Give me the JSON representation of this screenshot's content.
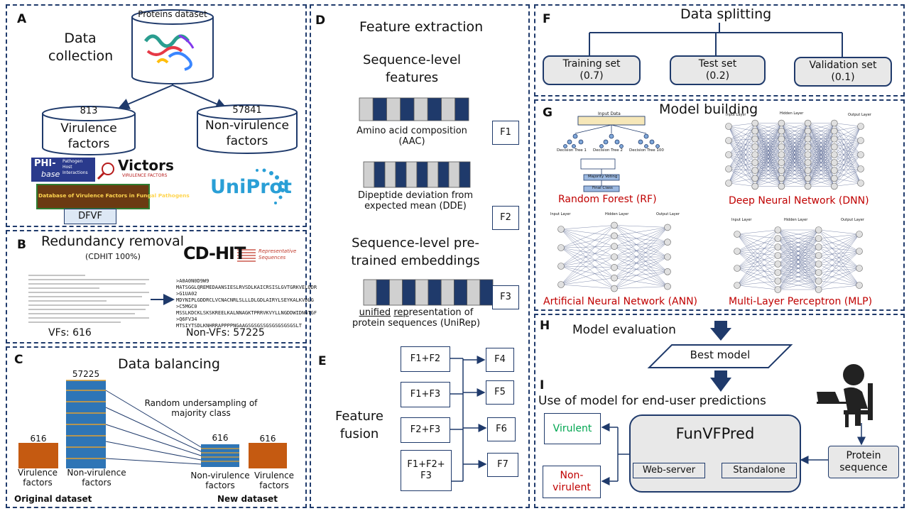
{
  "panelA": {
    "letter": "A",
    "title": "Data\ncollection",
    "db": "Proteins dataset",
    "vf_count": "813",
    "vf_label": "Virulence\nfactors",
    "nvf_count": "57841",
    "nvf_label": "Non-virulence\nfactors",
    "phi1": "PHI-",
    "phi2": "base",
    "phi3": "Pathogen\nHost\nInteractions",
    "victors": "Victors",
    "victors_sub": "VIRULENCE FACTORS",
    "dfvf_banner": "Database of Virulence Factors in Fungal Pathogens",
    "dfvf": "DFVF",
    "uniprot": "UniProt"
  },
  "panelB": {
    "letter": "B",
    "title": "Redundancy removal",
    "sub": "(CDHIT 100%)",
    "cdhit": "CD-HIT",
    "rep": "Representative\nSequences",
    "vfs": "VFs: 616",
    "nonvfs": "Non-VFs: 57225",
    "fasta": ">A0A0N0D9W9\nMATSGGLQREMEDAANSIESLRVSDLKAICRSISLGVTGRKVELQDR\n>G1UA02\nMDYNIPLGDDRCLVCNACNRLSLLLDLGDLAIRYLSEYKALKVDLG\n>C5MGC0\nMSSLKDCKLSKSKREELKALNNAGKTPRRVKVYLLNGDDWIDNGTGF\n>Q6FV34\nMTSIYTSDLKNHRRAPPPPNGAAGSGSGSSGSGSGSGSGSLT"
  },
  "panelC": {
    "letter": "C",
    "title": "Data balancing",
    "count_large": "57225",
    "count_orig": "616",
    "count_new_stack": "616",
    "count_new": "616",
    "undersample": "Random undersampling of\nmajority class",
    "vf_orig": "Virulence\nfactors",
    "nvf_orig": "Non-virulence\nfactors",
    "nvf_new": "Non-virulence\nfactors",
    "vf_new": "Virulence\nfactors",
    "orig_label": "Original dataset",
    "new_label": "New dataset"
  },
  "panelD": {
    "letter": "D",
    "title": "Feature extraction",
    "seq_title": "Sequence-level\nfeatures",
    "aac": "Amino acid composition\n(AAC)",
    "dde": "Dipeptide deviation from\nexpected mean (DDE)",
    "embed_title": "Sequence-level pre-\ntrained embeddings",
    "unirep_1": "unified",
    "unirep_2": " ",
    "unirep_3": "rep",
    "unirep_4": "resentation of",
    "unirep_5": "protein sequences (UniRep)",
    "f1": "F1",
    "f2": "F2",
    "f3": "F3"
  },
  "panelE": {
    "letter": "E",
    "title": "Feature\nfusion",
    "c1": "F1+F2",
    "c2": "F1+F3",
    "c3": "F2+F3",
    "c4": "F1+F2+\nF3",
    "f4": "F4",
    "f5": "F5",
    "f6": "F6",
    "f7": "F7"
  },
  "panelF": {
    "letter": "F",
    "title": "Data splitting",
    "train": "Training set\n(0.7)",
    "test": "Test set\n(0.2)",
    "val": "Validation set\n(0.1)"
  },
  "panelG": {
    "letter": "G",
    "title": "Model building",
    "rf": "Random Forest (RF)",
    "dnn": "Deep Neural Network (DNN)",
    "ann": "Artificial Neural Network (ANN)",
    "mlp": "Multi-Layer Perceptron (MLP)",
    "rf_input": "Input Data",
    "rf_t1": "Decision Tree 1",
    "rf_t2": "Decision Tree 2",
    "rf_t3": "Decision Tree 100",
    "rf_vote": "Majority Voting",
    "rf_final": "Final Class",
    "in_layer": "Input Layer",
    "hid_layer": "Hidden Layer",
    "out_layer": "Output Layer"
  },
  "panelH": {
    "letter": "H",
    "title": "Model evaluation",
    "best": "Best model"
  },
  "panelI": {
    "letter": "I",
    "title": "Use of model for end-user predictions",
    "app": "FunVFPred",
    "web": "Web-server",
    "standalone": "Standalone",
    "virulent": "Virulent",
    "nonvirulent": "Non-\nvirulent",
    "protein": "Protein\nsequence"
  },
  "colors": {
    "navy": "#1f3a6b",
    "bar_dark": "#1f3a6b",
    "bar_light": "#d0d0d0",
    "orange": "#c55a11",
    "red": "#c00000",
    "green": "#00a651",
    "stack_blue": "#2e75b6"
  }
}
